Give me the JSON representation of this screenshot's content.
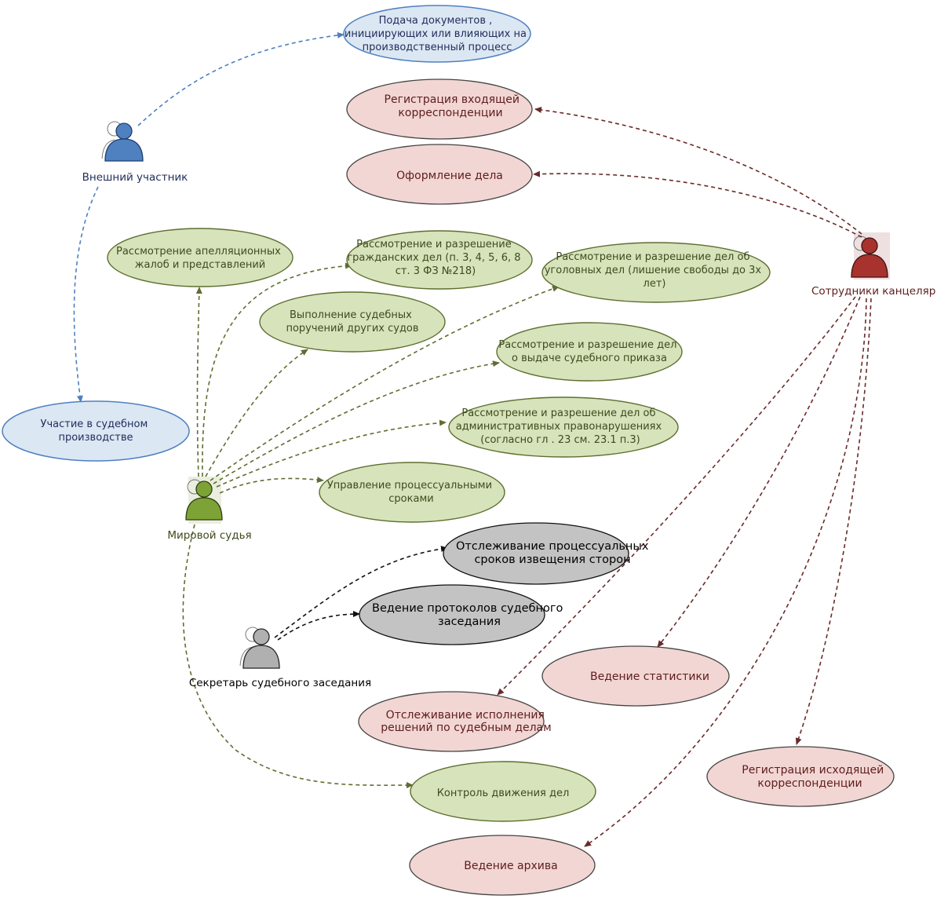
{
  "colors": {
    "blue": "#4f80c0",
    "blue_fill": "#dce7f4",
    "blue_text": "#1f2d5a",
    "green": "#5e6e30",
    "green_fill": "#d7e3bb",
    "green_text": "#3e4a1d",
    "red": "#6a2a2a",
    "red_fill": "#f2d6d3",
    "red_text": "#5e1d1d",
    "gray_fill": "#c3c3c3",
    "black": "#111111"
  },
  "actors": {
    "external": {
      "label": "Внешний участник",
      "icon": "person-blue-icon"
    },
    "judge": {
      "label": "Мировой судья",
      "icon": "person-green-icon"
    },
    "staff": {
      "label": "Сотрудники канцеляр",
      "icon": "person-red-icon"
    },
    "secretary": {
      "label": "Секретарь судебного заседания",
      "icon": "person-gray-icon"
    }
  },
  "use_cases": {
    "submit_docs": [
      "Подача документов  ,",
      "инициирующих или влияющих на",
      "производственный процесс"
    ],
    "participation": [
      "Участие в судебном",
      "производстве"
    ],
    "reg_incoming": [
      "Регистрация входящей",
      "корреспонденции"
    ],
    "case_form": [
      "Оформление дела"
    ],
    "appeals": [
      "Рассмотрение апелляционных",
      "жалоб и представлений"
    ],
    "civil": [
      "Рассмотрение и разрешение",
      "гражданских дел  (п. 3, 4, 5, 6, 8",
      "ст. 3 ФЗ №218)"
    ],
    "criminal": [
      "Рассмотрение и разрешение дел об",
      "уголовных дел  (лишение свободы до  3х",
      "лет)"
    ],
    "orders": [
      "Выполнение судебных",
      "поручений других судов"
    ],
    "court_order": [
      "Рассмотрение и разрешение дел",
      "о выдаче судебного приказа"
    ],
    "admin": [
      "Рассмотрение и разрешение дел об",
      "административных правонарушениях",
      "(согласно гл . 23 см. 23.1 п.3)"
    ],
    "deadlines_mgmt": [
      "Управление процессуальными",
      "сроками"
    ],
    "notice_tracking": [
      "Отслеживание процессуальных",
      "сроков извещения сторон"
    ],
    "protocols": [
      "Ведение протоколов судебного",
      "заседания"
    ],
    "statistics": [
      "Ведение статистики"
    ],
    "execution": [
      "Отслеживание исполнения",
      "решений по судебным делам"
    ],
    "case_flow": [
      "Контроль движения дел"
    ],
    "reg_outgoing": [
      "Регистрация исходящей",
      "корреспонденции"
    ],
    "archive": [
      "Ведение архива"
    ]
  }
}
